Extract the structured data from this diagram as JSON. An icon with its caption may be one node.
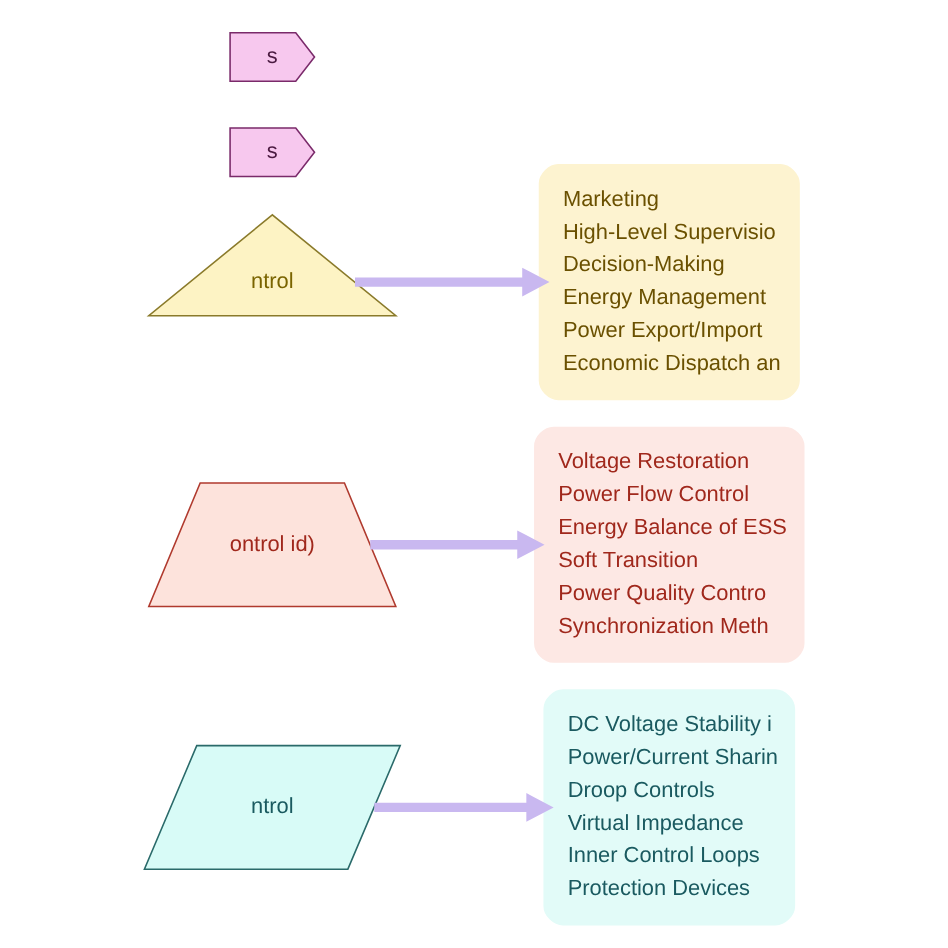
{
  "diagram": {
    "nodes": [
      {
        "text": [
          "ntrol"
        ]
      },
      {
        "text": [
          "s"
        ]
      },
      {
        "text": [
          "ontrol id)"
        ]
      },
      {
        "text": [
          "s"
        ]
      },
      {
        "text": [
          "ntrol"
        ]
      },
      {
        "text": [
          "Marketing",
          "High-Level Supervisio",
          "Decision-Making",
          "Energy Management",
          "Power Export/Import",
          "Economic Dispatch an"
        ]
      },
      {
        "text": [
          "Voltage Restoration",
          "Power Flow Control",
          "Energy Balance of ESS",
          "Soft Transition",
          "Power Quality Contro",
          "Synchronization Meth"
        ]
      },
      {
        "text": [
          "DC Voltage Stability i",
          "Power/Current Sharin",
          "Droop Controls",
          "Virtual Impedance",
          "Inner Control Loops",
          "Protection Devices"
        ]
      }
    ],
    "edges": [
      {
        "from": 0,
        "to": 5,
        "arrow": "to"
      },
      {
        "from": 2,
        "to": 6,
        "arrow": "to"
      },
      {
        "from": 4,
        "to": 7,
        "arrow": "to"
      }
    ]
  }
}
